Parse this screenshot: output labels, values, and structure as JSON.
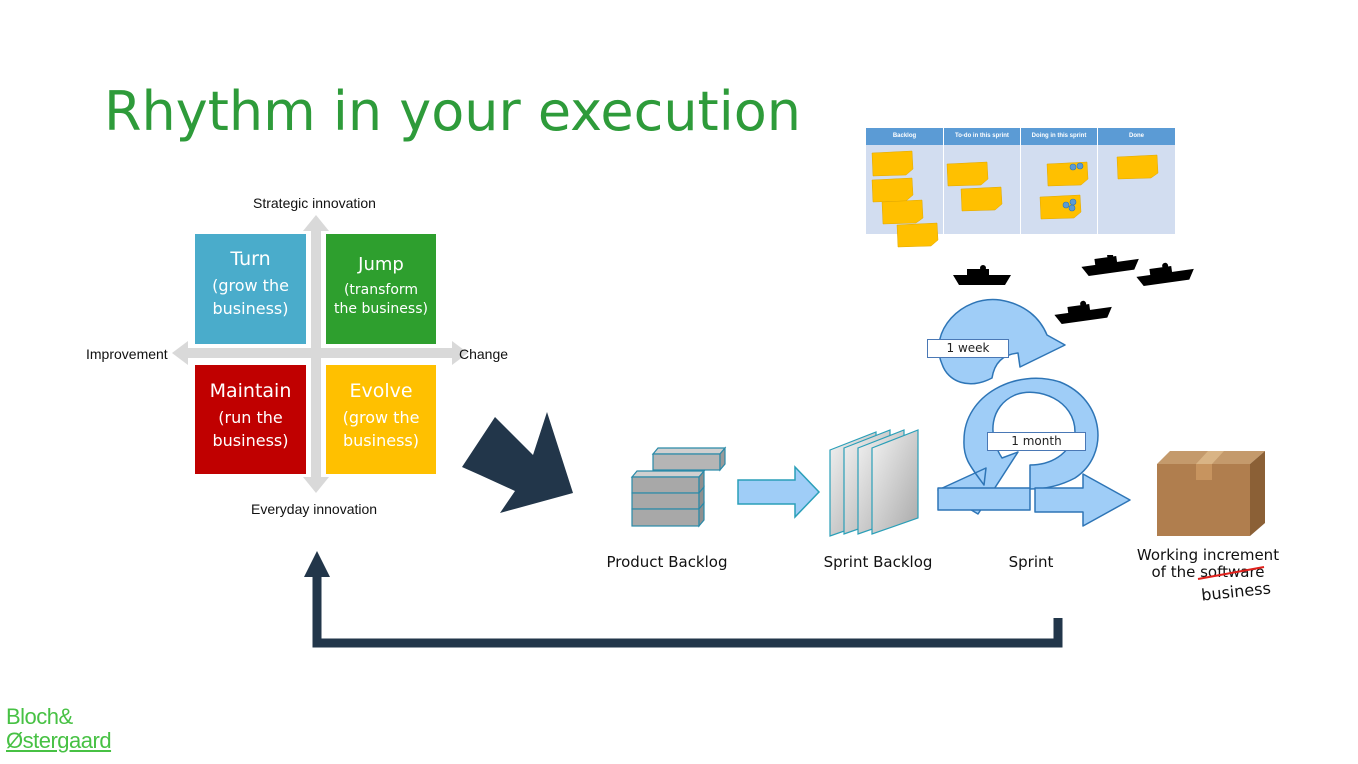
{
  "title": "Rhythm in your execution",
  "matrix": {
    "axis_top": "Strategic innovation",
    "axis_bottom": "Everyday innovation",
    "axis_left": "Improvement",
    "axis_right": "Change",
    "quadrants": [
      {
        "title": "Turn",
        "subtitle_1": "(grow the",
        "subtitle_2": "business)",
        "color": "#4aaccb"
      },
      {
        "title": "Jump",
        "subtitle_1": "(transform",
        "subtitle_2": "the business)",
        "color": "#2e9f2e"
      },
      {
        "title": "Maintain",
        "subtitle_1": "(run the",
        "subtitle_2": "business)",
        "color": "#c00000"
      },
      {
        "title": "Evolve",
        "subtitle_1": "(grow the",
        "subtitle_2": "business)",
        "color": "#ffc000"
      }
    ]
  },
  "board": {
    "columns": [
      "Backlog",
      "To-do in this sprint",
      "Doing in this sprint",
      "Done"
    ]
  },
  "flow": {
    "product_backlog": "Product Backlog",
    "sprint_backlog": "Sprint Backlog",
    "sprint": "Sprint",
    "week_tag": "1 week",
    "month_tag": "1 month",
    "increment_line1": "Working increment",
    "increment_line2_prefix": "of the ",
    "increment_struck": "software",
    "increment_replacement": "business"
  },
  "logo": {
    "line1": "Bloch&",
    "line2": "Østergaard"
  },
  "colors": {
    "title": "#2e9b3a",
    "dark_arrow": "#22364a",
    "cycle": "#9fcdf7",
    "logo": "#47c144"
  }
}
